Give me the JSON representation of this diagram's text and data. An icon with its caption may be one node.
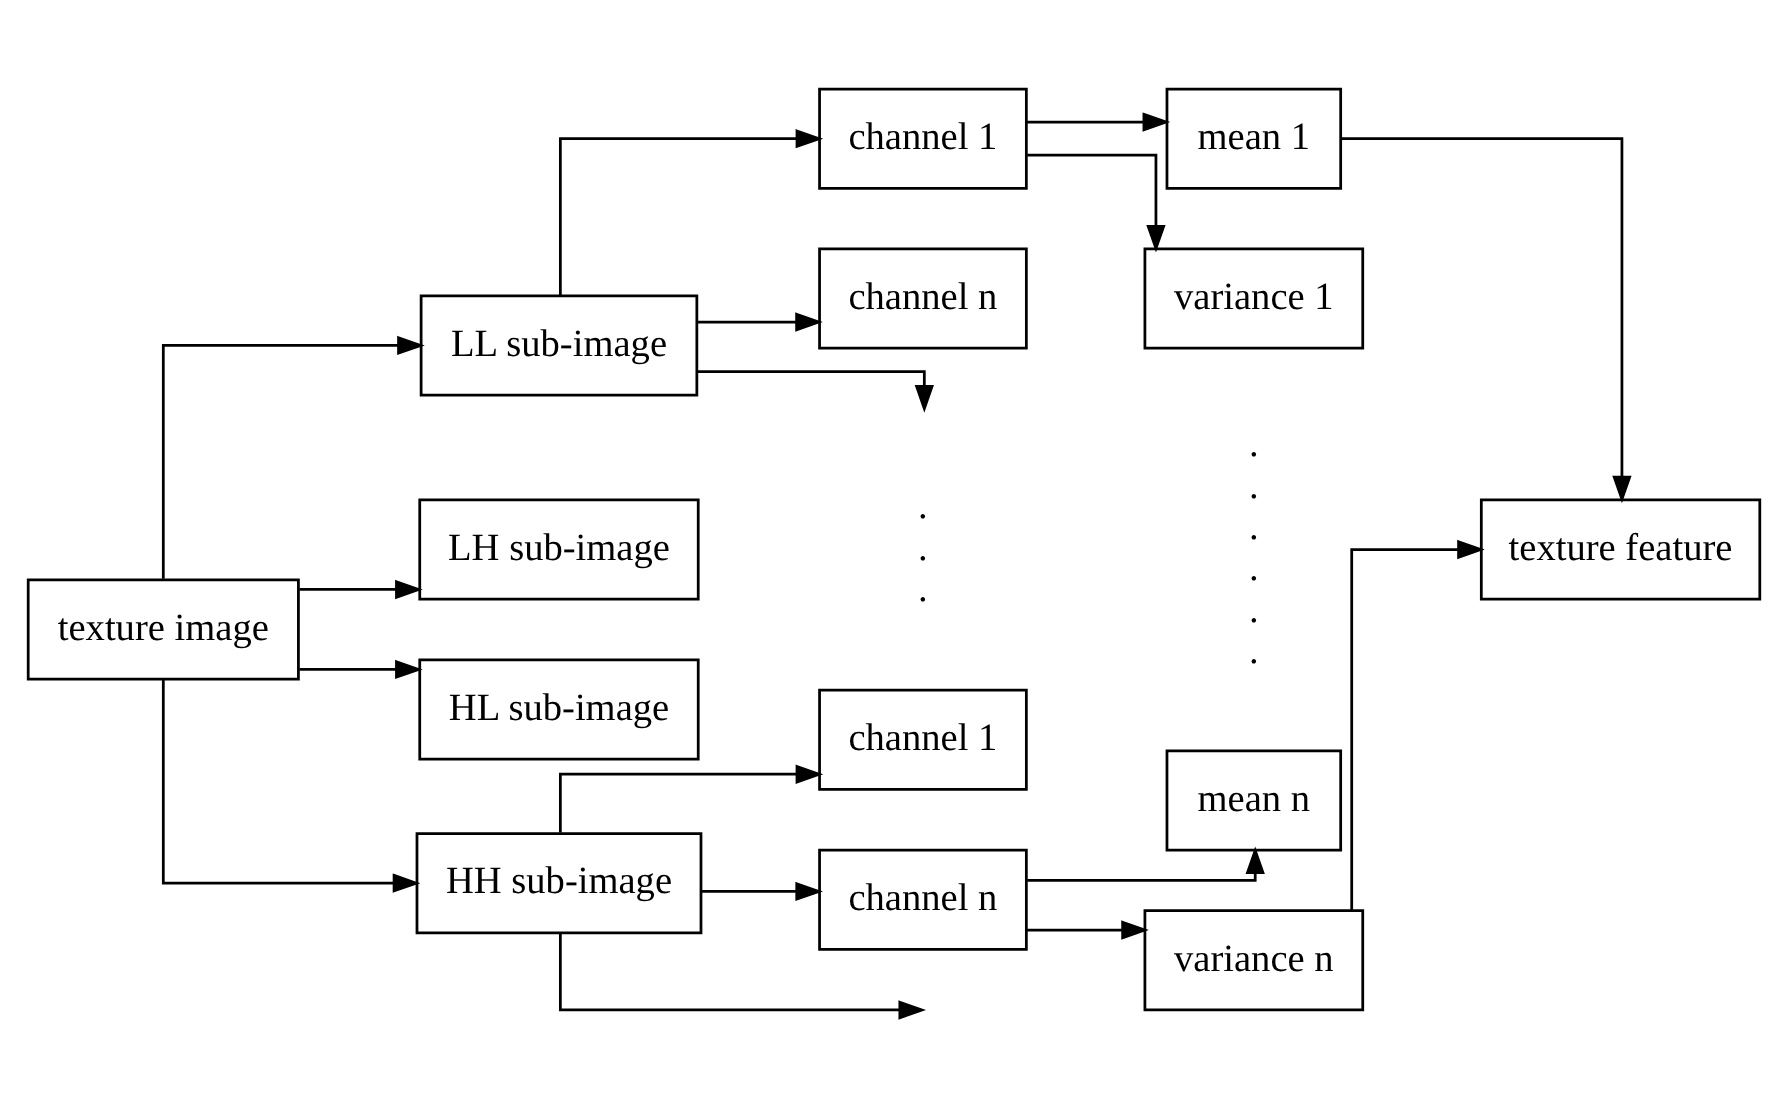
{
  "diagram": {
    "nodes": [
      {
        "text": [
          "texture image"
        ]
      },
      {
        "text": [
          "LL sub-image"
        ]
      },
      {
        "text": [
          "LH sub-image"
        ]
      },
      {
        "text": [
          "HL sub-image"
        ]
      },
      {
        "text": [
          "HH sub-image"
        ]
      },
      {
        "text": [
          "channel 1"
        ]
      },
      {
        "text": [
          "channel n"
        ]
      },
      {
        "text": [
          "mean 1"
        ]
      },
      {
        "text": [
          "variance 1"
        ]
      },
      {
        "text": [
          "channel 1"
        ]
      },
      {
        "text": [
          "channel n"
        ]
      },
      {
        "text": [
          "mean n"
        ]
      },
      {
        "text": [
          "variance n"
        ]
      },
      {
        "text": [
          "texture feature"
        ]
      }
    ],
    "edges": [
      {
        "from": 0,
        "to": 1,
        "arrow": "to"
      },
      {
        "from": 0,
        "to": 2,
        "arrow": "to"
      },
      {
        "from": 0,
        "to": 3,
        "arrow": "to"
      },
      {
        "from": 0,
        "to": 4,
        "arrow": "to"
      },
      {
        "from": 1,
        "to": 5,
        "arrow": "to"
      },
      {
        "from": 1,
        "to": null,
        "arrow": "to"
      },
      {
        "from": 1,
        "to": 6,
        "arrow": "to"
      },
      {
        "from": 5,
        "to": 7,
        "arrow": "to"
      },
      {
        "from": 5,
        "to": 8,
        "arrow": "to"
      },
      {
        "from": 4,
        "to": 9,
        "arrow": "to"
      },
      {
        "from": 4,
        "to": null,
        "arrow": "to"
      },
      {
        "from": 4,
        "to": 10,
        "arrow": "to"
      },
      {
        "from": 10,
        "to": 11,
        "arrow": "to"
      },
      {
        "from": 10,
        "to": 12,
        "arrow": "to"
      },
      {
        "from": 7,
        "to": 13,
        "arrow": "to"
      },
      {
        "from": 12,
        "to": 13,
        "arrow": "to"
      }
    ],
    "labels": [
      ". . .",
      ". . . . . ."
    ]
  }
}
